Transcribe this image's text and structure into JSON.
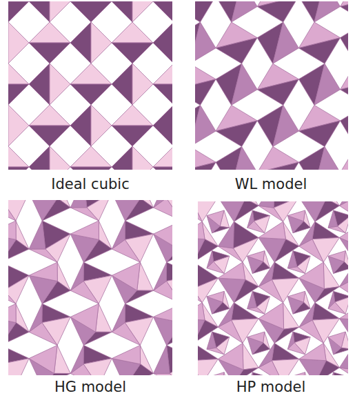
{
  "diagram": {
    "labels": [
      "Ideal cubic",
      "WL model",
      "HG model",
      "HP model"
    ]
  }
}
